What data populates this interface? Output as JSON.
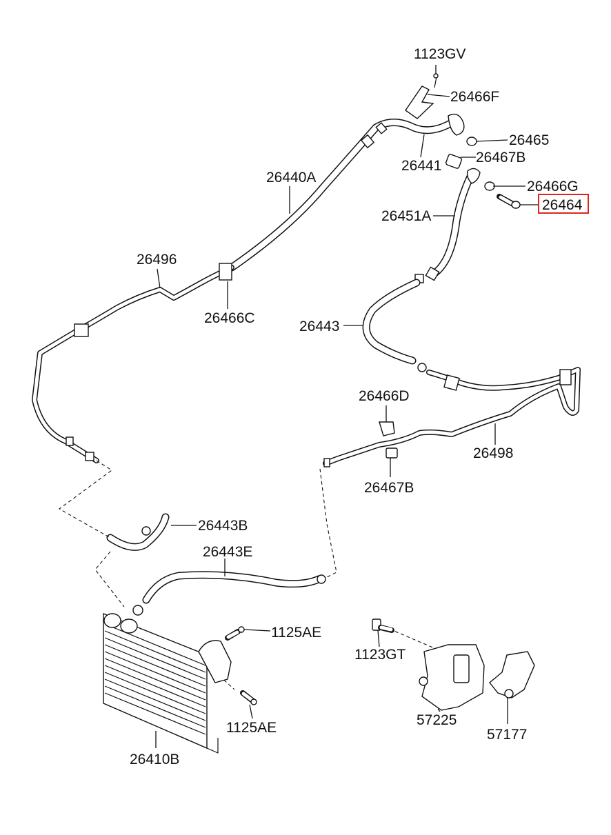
{
  "highlight_color": "#e0231c",
  "labels": {
    "p1123GV": "1123GV",
    "p26466F": "26466F",
    "p26465": "26465",
    "p26441": "26441",
    "p26467B_top": "26467B",
    "p26466G": "26466G",
    "p26464": "26464",
    "p26440A": "26440A",
    "p26451A": "26451A",
    "p26496": "26496",
    "p26466C": "26466C",
    "p26443": "26443",
    "p26466D": "26466D",
    "p26498": "26498",
    "p26467B_mid": "26467B",
    "p26443B": "26443B",
    "p26443E": "26443E",
    "p1125AE_top": "1125AE",
    "p1123GT": "1123GT",
    "p1125AE_bottom": "1125AE",
    "p57225": "57225",
    "p57177": "57177",
    "p26410B": "26410B"
  }
}
